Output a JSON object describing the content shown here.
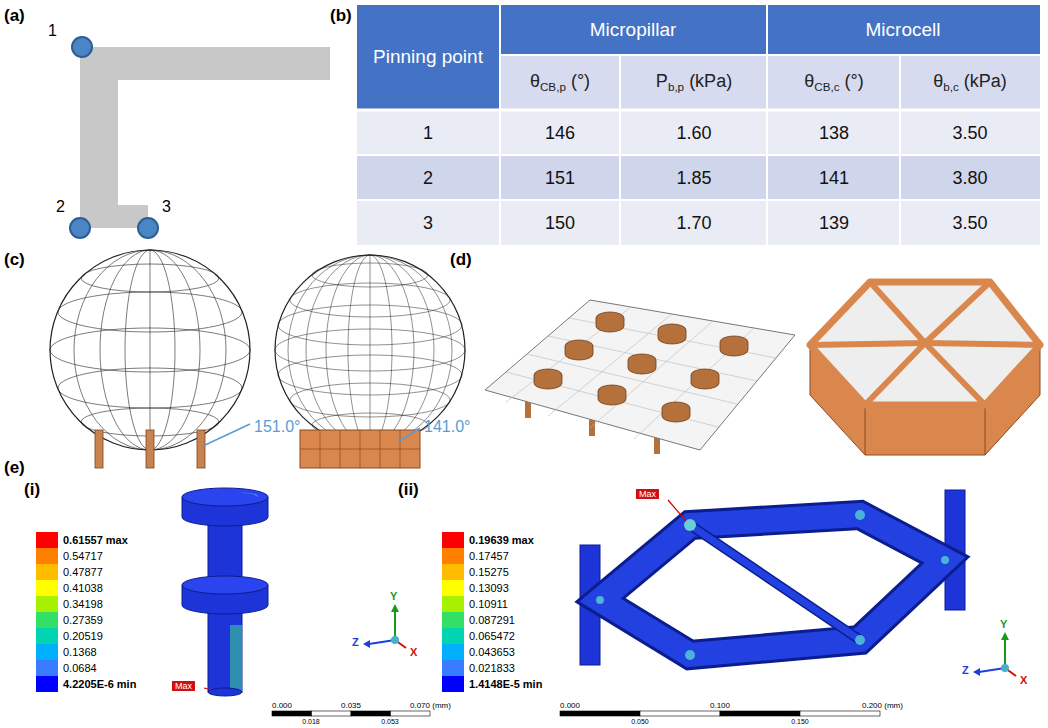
{
  "diagram": {
    "labels": [
      "(a)",
      "1",
      "2",
      "3",
      "(b)",
      "Pinning point",
      "Micropillar",
      "Microcell",
      "θ",
      "CB,p",
      "(°)",
      "P",
      "b,p",
      "(kPa)",
      "θ",
      "CB,c",
      "(°)",
      "θ",
      "b,c",
      "(kPa)",
      "1",
      "146",
      "1.60",
      "138",
      "3.50",
      "2",
      "151",
      "1.85",
      "141",
      "3.80",
      "3",
      "150",
      "1.70",
      "139",
      "3.50",
      "(c)",
      "151.0°",
      "141.0°",
      "(d)",
      "(e)",
      "(i)",
      "(ii)",
      "Max",
      "Max",
      "Y",
      "Z",
      "X",
      "Y",
      "Z",
      "X",
      "0.000",
      "0.035",
      "0.070 (mm)",
      "0.018",
      "0.053",
      "0.000",
      "0.100",
      "0.200 (mm)",
      "0.050",
      "0.150"
    ],
    "legend": [
      {
        "text": "0.61557 max",
        "color": "#ff0000"
      },
      {
        "text": "0.54717",
        "color": "#ff8000"
      },
      {
        "text": "0.47877",
        "color": "#ffbb00"
      },
      {
        "text": "0.41038",
        "color": "#ffff00"
      },
      {
        "text": "0.34198",
        "color": "#a6f000"
      },
      {
        "text": "0.27359",
        "color": "#33e066"
      },
      {
        "text": "0.20519",
        "color": "#00d4b0"
      },
      {
        "text": "0.1368",
        "color": "#00b0ff"
      },
      {
        "text": "0.0684",
        "color": "#3a7cff"
      },
      {
        "text": "4.2205E-6 min",
        "color": "#0000ff"
      },
      {
        "text": "0.19639 max",
        "color": "#ff0000"
      },
      {
        "text": "0.17457",
        "color": "#ff8000"
      },
      {
        "text": "0.15275",
        "color": "#ffbb00"
      },
      {
        "text": "0.13093",
        "color": "#ffff00"
      },
      {
        "text": "0.10911",
        "color": "#a6f000"
      },
      {
        "text": "0.087291",
        "color": "#33e066"
      },
      {
        "text": "0.065472",
        "color": "#00d4b0"
      },
      {
        "text": "0.043653",
        "color": "#00b0ff"
      },
      {
        "text": "0.021833",
        "color": "#3a7cff"
      },
      {
        "text": "1.4148E-5 min",
        "color": "#0000ff"
      }
    ]
  }
}
